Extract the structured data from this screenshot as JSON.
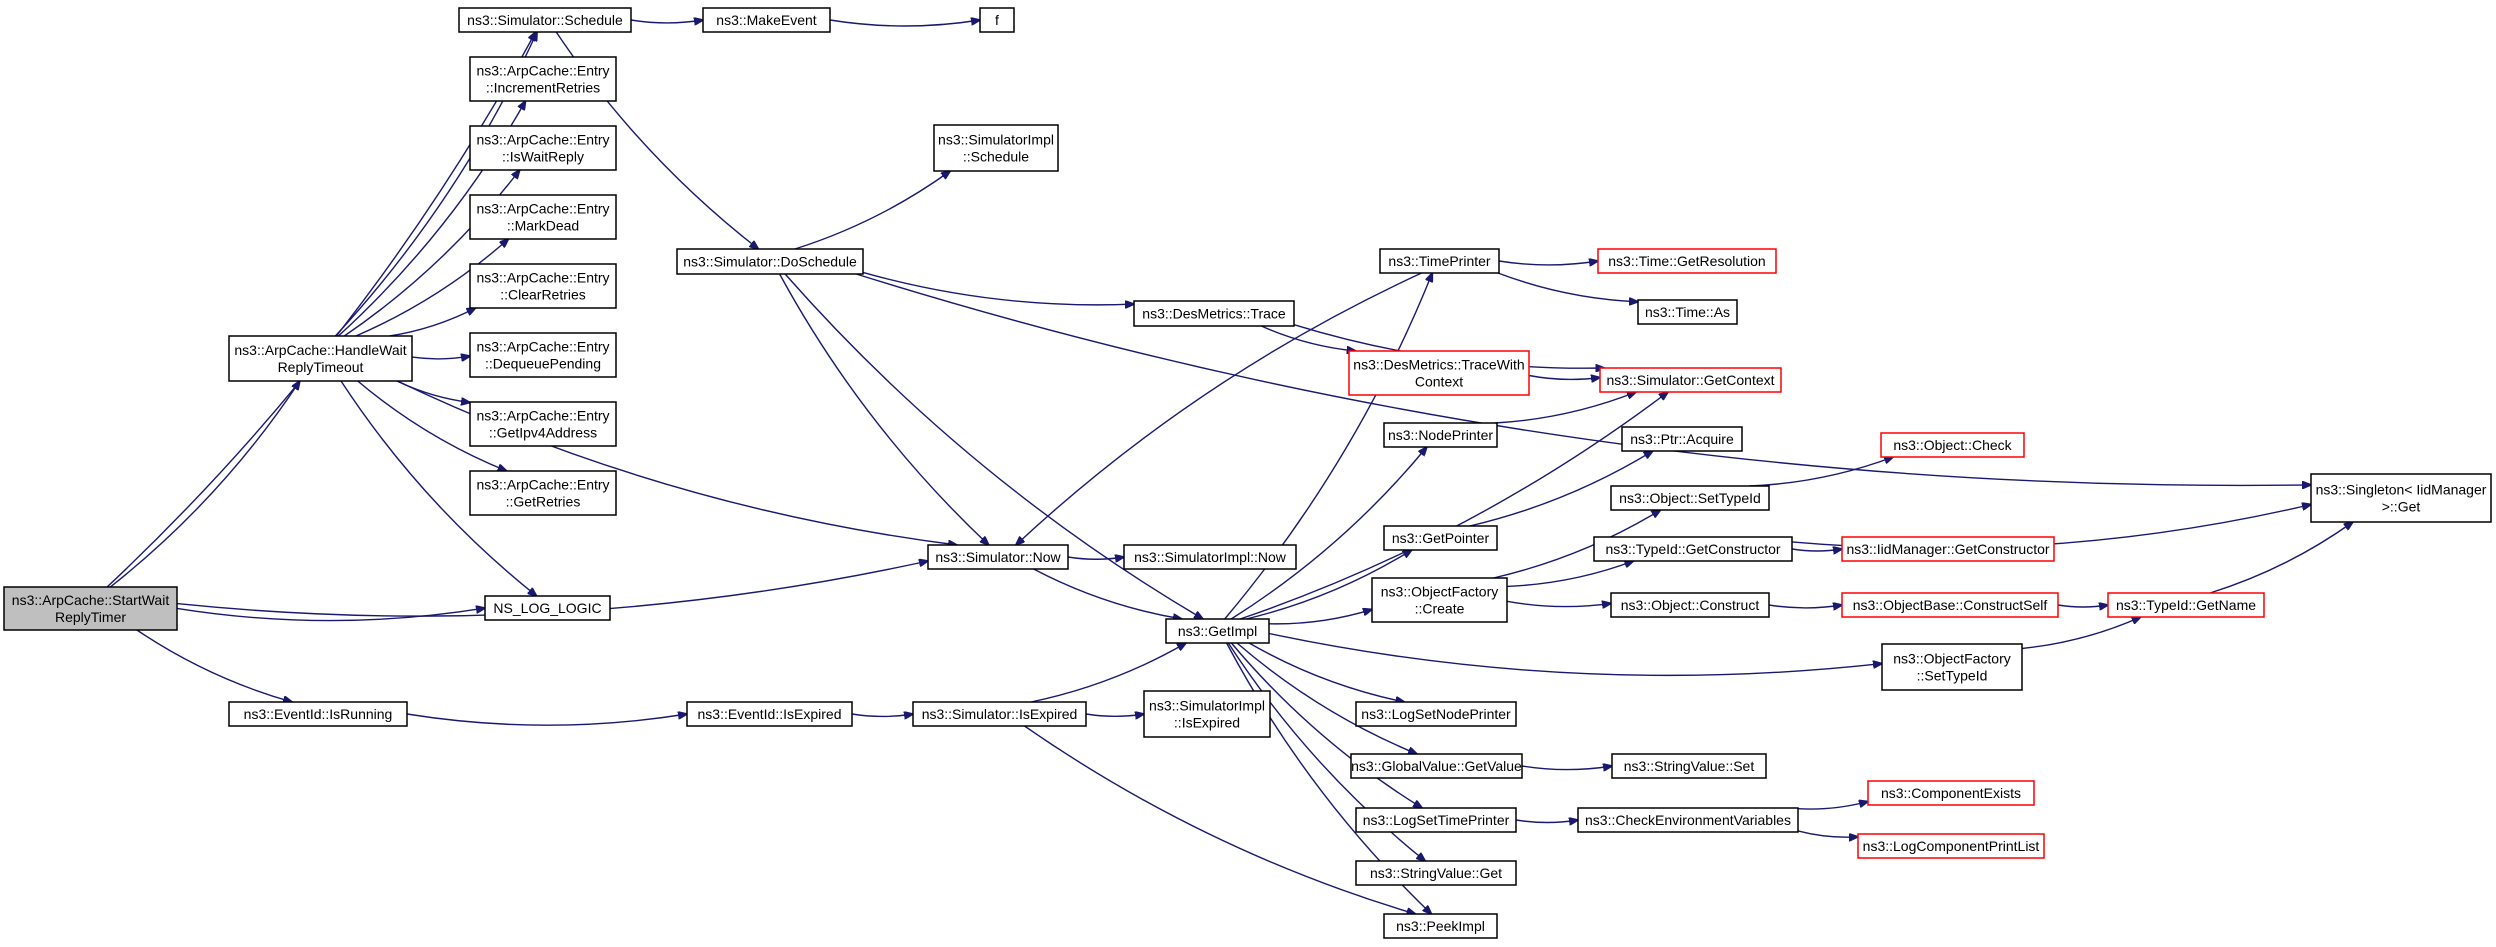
{
  "graph": {
    "colors": {
      "edge": "#191970",
      "node_border": "#000000",
      "node_border_truncated": "#ff0000",
      "node_fill": "#ffffff",
      "root_fill": "#bfbfbf"
    },
    "nodes": [
      {
        "id": "start",
        "lines": [
          "ns3::ArpCache::StartWait",
          "ReplyTimer"
        ],
        "root": true
      },
      {
        "id": "schedule",
        "lines": [
          "ns3::Simulator::Schedule"
        ]
      },
      {
        "id": "makeevent",
        "lines": [
          "ns3::MakeEvent"
        ]
      },
      {
        "id": "f",
        "lines": [
          "f"
        ]
      },
      {
        "id": "incretries",
        "lines": [
          "ns3::ArpCache::Entry",
          "::IncrementRetries"
        ]
      },
      {
        "id": "iswaitreply",
        "lines": [
          "ns3::ArpCache::Entry",
          "::IsWaitReply"
        ]
      },
      {
        "id": "markdead",
        "lines": [
          "ns3::ArpCache::Entry",
          "::MarkDead"
        ]
      },
      {
        "id": "clearretries",
        "lines": [
          "ns3::ArpCache::Entry",
          "::ClearRetries"
        ]
      },
      {
        "id": "dequeue",
        "lines": [
          "ns3::ArpCache::Entry",
          "::DequeuePending"
        ]
      },
      {
        "id": "getipv4",
        "lines": [
          "ns3::ArpCache::Entry",
          "::GetIpv4Address"
        ]
      },
      {
        "id": "getretries",
        "lines": [
          "ns3::ArpCache::Entry",
          "::GetRetries"
        ]
      },
      {
        "id": "nslog",
        "lines": [
          "NS_LOG_LOGIC"
        ]
      },
      {
        "id": "handlewait",
        "lines": [
          "ns3::ArpCache::HandleWait",
          "ReplyTimeout"
        ]
      },
      {
        "id": "doschedule",
        "lines": [
          "ns3::Simulator::DoSchedule"
        ]
      },
      {
        "id": "simimplschedule",
        "lines": [
          "ns3::SimulatorImpl",
          "::Schedule"
        ]
      },
      {
        "id": "timeprinter",
        "lines": [
          "ns3::TimePrinter"
        ]
      },
      {
        "id": "getresolution",
        "lines": [
          "ns3::Time::GetResolution"
        ],
        "truncated": true
      },
      {
        "id": "timeas",
        "lines": [
          "ns3::Time::As"
        ]
      },
      {
        "id": "desmetricstrace",
        "lines": [
          "ns3::DesMetrics::Trace"
        ]
      },
      {
        "id": "tracewithcontext",
        "lines": [
          "ns3::DesMetrics::TraceWith",
          "Context"
        ],
        "truncated": true
      },
      {
        "id": "getcontext",
        "lines": [
          "ns3::Simulator::GetContext"
        ],
        "truncated": true
      },
      {
        "id": "nodeprinter",
        "lines": [
          "ns3::NodePrinter"
        ]
      },
      {
        "id": "ptracquire",
        "lines": [
          "ns3::Ptr::Acquire"
        ]
      },
      {
        "id": "objectcheck",
        "lines": [
          "ns3::Object::Check"
        ],
        "truncated": true
      },
      {
        "id": "settypeid",
        "lines": [
          "ns3::Object::SetTypeId"
        ]
      },
      {
        "id": "singleton",
        "lines": [
          "ns3::Singleton< IidManager",
          ">::Get"
        ]
      },
      {
        "id": "getpointer",
        "lines": [
          "ns3::GetPointer"
        ]
      },
      {
        "id": "getconstructor",
        "lines": [
          "ns3::TypeId::GetConstructor"
        ]
      },
      {
        "id": "iidgetconstructor",
        "lines": [
          "ns3::IidManager::GetConstructor"
        ],
        "truncated": true
      },
      {
        "id": "simnow",
        "lines": [
          "ns3::Simulator::Now"
        ]
      },
      {
        "id": "simimplnow",
        "lines": [
          "ns3::SimulatorImpl::Now"
        ]
      },
      {
        "id": "objfactorycreate",
        "lines": [
          "ns3::ObjectFactory",
          "::Create"
        ]
      },
      {
        "id": "objconstruct",
        "lines": [
          "ns3::Object::Construct"
        ]
      },
      {
        "id": "constructself",
        "lines": [
          "ns3::ObjectBase::ConstructSelf"
        ],
        "truncated": true
      },
      {
        "id": "typeidgetname",
        "lines": [
          "ns3::TypeId::GetName"
        ],
        "truncated": true
      },
      {
        "id": "getimpl",
        "lines": [
          "ns3::GetImpl"
        ]
      },
      {
        "id": "objfactorysettypeid",
        "lines": [
          "ns3::ObjectFactory",
          "::SetTypeId"
        ]
      },
      {
        "id": "eventidrunning",
        "lines": [
          "ns3::EventId::IsRunning"
        ]
      },
      {
        "id": "eventidexpired",
        "lines": [
          "ns3::EventId::IsExpired"
        ]
      },
      {
        "id": "simisexpired",
        "lines": [
          "ns3::Simulator::IsExpired"
        ]
      },
      {
        "id": "simimplisexpired",
        "lines": [
          "ns3::SimulatorImpl",
          "::IsExpired"
        ]
      },
      {
        "id": "logsetnodeprinter",
        "lines": [
          "ns3::LogSetNodePrinter"
        ]
      },
      {
        "id": "globalvalue",
        "lines": [
          "ns3::GlobalValue::GetValue"
        ]
      },
      {
        "id": "stringvalueset",
        "lines": [
          "ns3::StringValue::Set"
        ]
      },
      {
        "id": "logsettimeprinter",
        "lines": [
          "ns3::LogSetTimePrinter"
        ]
      },
      {
        "id": "checkenv",
        "lines": [
          "ns3::CheckEnvironmentVariables"
        ]
      },
      {
        "id": "componentexists",
        "lines": [
          "ns3::ComponentExists"
        ],
        "truncated": true
      },
      {
        "id": "logcomponentprintlist",
        "lines": [
          "ns3::LogComponentPrintList"
        ],
        "truncated": true
      },
      {
        "id": "stringvalueget",
        "lines": [
          "ns3::StringValue::Get"
        ]
      },
      {
        "id": "peekimpl",
        "lines": [
          "ns3::PeekImpl"
        ]
      }
    ],
    "edges": [
      [
        "start",
        "schedule"
      ],
      [
        "start",
        "handlewait"
      ],
      [
        "start",
        "nslog"
      ],
      [
        "start",
        "simnow"
      ],
      [
        "start",
        "eventidrunning"
      ],
      [
        "schedule",
        "makeevent"
      ],
      [
        "schedule",
        "doschedule"
      ],
      [
        "makeevent",
        "f"
      ],
      [
        "handlewait",
        "schedule"
      ],
      [
        "handlewait",
        "incretries"
      ],
      [
        "handlewait",
        "iswaitreply"
      ],
      [
        "handlewait",
        "markdead"
      ],
      [
        "handlewait",
        "clearretries"
      ],
      [
        "handlewait",
        "dequeue"
      ],
      [
        "handlewait",
        "getipv4"
      ],
      [
        "handlewait",
        "getretries"
      ],
      [
        "handlewait",
        "nslog"
      ],
      [
        "handlewait",
        "simnow"
      ],
      [
        "doschedule",
        "simimplschedule"
      ],
      [
        "doschedule",
        "singleton"
      ],
      [
        "doschedule",
        "desmetricstrace"
      ],
      [
        "doschedule",
        "simnow"
      ],
      [
        "doschedule",
        "getimpl"
      ],
      [
        "timeprinter",
        "getresolution"
      ],
      [
        "timeprinter",
        "timeas"
      ],
      [
        "timeprinter",
        "simnow"
      ],
      [
        "desmetricstrace",
        "tracewithcontext"
      ],
      [
        "desmetricstrace",
        "getcontext"
      ],
      [
        "tracewithcontext",
        "getcontext"
      ],
      [
        "nodeprinter",
        "getcontext"
      ],
      [
        "simnow",
        "simimplnow"
      ],
      [
        "simnow",
        "getimpl"
      ],
      [
        "getimpl",
        "timeprinter"
      ],
      [
        "getimpl",
        "nodeprinter"
      ],
      [
        "getimpl",
        "getcontext"
      ],
      [
        "getimpl",
        "getpointer"
      ],
      [
        "getimpl",
        "objfactorycreate"
      ],
      [
        "getimpl",
        "objfactorysettypeid"
      ],
      [
        "getimpl",
        "logsetnodeprinter"
      ],
      [
        "getimpl",
        "globalvalue"
      ],
      [
        "getimpl",
        "logsettimeprinter"
      ],
      [
        "getimpl",
        "stringvalueget"
      ],
      [
        "getimpl",
        "peekimpl"
      ],
      [
        "getpointer",
        "ptracquire"
      ],
      [
        "objfactorycreate",
        "settypeid"
      ],
      [
        "objfactorycreate",
        "getconstructor"
      ],
      [
        "objfactorycreate",
        "objconstruct"
      ],
      [
        "settypeid",
        "objectcheck"
      ],
      [
        "getconstructor",
        "iidgetconstructor"
      ],
      [
        "getconstructor",
        "singleton"
      ],
      [
        "objconstruct",
        "constructself"
      ],
      [
        "constructself",
        "typeidgetname"
      ],
      [
        "typeidgetname",
        "singleton"
      ],
      [
        "objfactorysettypeid",
        "typeidgetname"
      ],
      [
        "eventidrunning",
        "eventidexpired"
      ],
      [
        "eventidexpired",
        "simisexpired"
      ],
      [
        "simisexpired",
        "simimplisexpired"
      ],
      [
        "simisexpired",
        "getimpl"
      ],
      [
        "simisexpired",
        "peekimpl"
      ],
      [
        "globalvalue",
        "stringvalueset"
      ],
      [
        "logsettimeprinter",
        "checkenv"
      ],
      [
        "checkenv",
        "componentexists"
      ],
      [
        "checkenv",
        "logcomponentprintlist"
      ]
    ]
  }
}
